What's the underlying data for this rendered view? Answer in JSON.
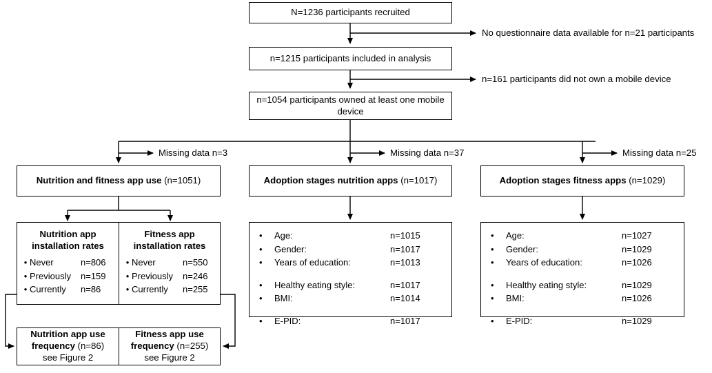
{
  "diagram": {
    "title": "Participant flow diagram",
    "line_color": "#000000",
    "box_border_color": "#000000",
    "background": "#ffffff"
  },
  "nodes": {
    "recruited": {
      "text": "N=1236 participants recruited"
    },
    "included": {
      "text": "n=1215 participants included in analysis"
    },
    "owned_device": {
      "text": "n=1054 participants owned at least one mobile device"
    },
    "app_use": {
      "bold": "Nutrition and fitness app use",
      "plain": " (n=1051)"
    },
    "adoption_nutrition": {
      "bold": "Adoption stages nutrition apps",
      "plain": " (n=1017)"
    },
    "adoption_fitness": {
      "bold": "Adoption stages fitness apps",
      "plain": " (n=1029)"
    }
  },
  "exclusions": [
    {
      "label": "No questionnaire data available for n=21 participants"
    },
    {
      "label": "n=161 participants did not own a mobile device"
    }
  ],
  "missing_data": [
    {
      "label": "Missing data n=3"
    },
    {
      "label": "Missing data n=37"
    },
    {
      "label": "Missing data n=25"
    }
  ],
  "installation_rates": {
    "nutrition": {
      "title_line1": "Nutrition app",
      "title_line2": "installation rates",
      "rows": [
        {
          "bullet": "•",
          "label": "Never",
          "value": "n=806"
        },
        {
          "bullet": "•",
          "label": "Previously",
          "value": "n=159"
        },
        {
          "bullet": "•",
          "label": "Currently",
          "value": "n=86"
        }
      ]
    },
    "fitness": {
      "title_line1": "Fitness app",
      "title_line2": "installation rates",
      "rows": [
        {
          "bullet": "•",
          "label": "Never",
          "value": "n=550"
        },
        {
          "bullet": "•",
          "label": "Previously",
          "value": "n=246"
        },
        {
          "bullet": "•",
          "label": "Currently",
          "value": "n=255"
        }
      ]
    }
  },
  "use_frequency": {
    "nutrition": {
      "bold_line1": "Nutrition app use",
      "bold_line2": "frequency",
      "plain_line2": " (n=86)",
      "line3": "see Figure 2"
    },
    "fitness": {
      "bold_line1": "Fitness app use",
      "bold_line2": "frequency",
      "plain_line2": " (n=255)",
      "line3": "see Figure 2"
    }
  },
  "details": {
    "nutrition": {
      "group1": [
        {
          "bullet": "•",
          "label": "Age:",
          "value": "n=1015"
        },
        {
          "bullet": "•",
          "label": "Gender:",
          "value": "n=1017"
        },
        {
          "bullet": "•",
          "label": "Years of education:",
          "value": "n=1013"
        }
      ],
      "group2": [
        {
          "bullet": "•",
          "label": "Healthy eating style:",
          "value": "n=1017"
        },
        {
          "bullet": "•",
          "label": "BMI:",
          "value": "n=1014"
        }
      ],
      "group3": [
        {
          "bullet": "•",
          "label": "E-PID:",
          "value": "n=1017"
        }
      ]
    },
    "fitness": {
      "group1": [
        {
          "bullet": "•",
          "label": "Age:",
          "value": "n=1027"
        },
        {
          "bullet": "•",
          "label": "Gender:",
          "value": "n=1029"
        },
        {
          "bullet": "•",
          "label": "Years of education:",
          "value": "n=1026"
        }
      ],
      "group2": [
        {
          "bullet": "•",
          "label": "Healthy eating style:",
          "value": "n=1029"
        },
        {
          "bullet": "•",
          "label": "BMI:",
          "value": "n=1026"
        }
      ],
      "group3": [
        {
          "bullet": "•",
          "label": "E-PID:",
          "value": "n=1029"
        }
      ]
    }
  }
}
